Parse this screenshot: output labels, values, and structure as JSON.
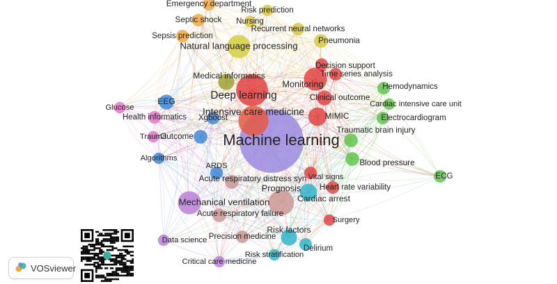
{
  "app": {
    "name": "VOSviewer",
    "brand_icon": "vosviewer-logo-icon",
    "qr_icon": "qr-code-icon"
  },
  "nodes": [
    {
      "label": "Machine learning",
      "color": "#9b89e0",
      "size": 1.0,
      "text_scale": 1.0
    },
    {
      "label": "Deep learning",
      "color": "#e23b3b",
      "size": 0.45,
      "text_scale": 0.55
    },
    {
      "label": "Intensive care medicine",
      "color": "#e6573d",
      "size": 0.42,
      "text_scale": 0.46
    },
    {
      "label": "Natural language processing",
      "color": "#d4cd3a",
      "size": 0.3,
      "text_scale": 0.42
    },
    {
      "label": "Mechanical ventilation",
      "color": "#b87cd6",
      "size": 0.3,
      "text_scale": 0.42
    },
    {
      "label": "Prognosis",
      "color": "#c99590",
      "size": 0.34,
      "text_scale": 0.38
    },
    {
      "label": "Monitoring",
      "color": "#e04040",
      "size": 0.3,
      "text_scale": 0.38
    },
    {
      "label": "Medical informatics",
      "color": "#a0a030",
      "size": 0.18,
      "text_scale": 0.34
    },
    {
      "label": "Cardiac arrest",
      "color": "#2ab3c8",
      "size": 0.2,
      "text_scale": 0.34
    },
    {
      "label": "Risk factors",
      "color": "#2ab3c8",
      "size": 0.18,
      "text_scale": 0.34
    },
    {
      "label": "EEG",
      "color": "#3a86d8",
      "size": 0.16,
      "text_scale": 0.34
    },
    {
      "label": "Emergency department",
      "color": "#f0a640",
      "size": 0.12,
      "text_scale": 0.32
    },
    {
      "label": "Risk prediction",
      "color": "#d8c640",
      "size": 0.1,
      "text_scale": 0.3
    },
    {
      "label": "Septic shock",
      "color": "#f0a640",
      "size": 0.12,
      "text_scale": 0.32
    },
    {
      "label": "Nursing",
      "color": "#d8c640",
      "size": 0.1,
      "text_scale": 0.3
    },
    {
      "label": "Recurrent neural networks",
      "color": "#d8c640",
      "size": 0.12,
      "text_scale": 0.3
    },
    {
      "label": "Sepsis prediction",
      "color": "#f0a640",
      "size": 0.12,
      "text_scale": 0.3
    },
    {
      "label": "Pneumonia",
      "color": "#d8c640",
      "size": 0.14,
      "text_scale": 0.32
    },
    {
      "label": "Decision support",
      "color": "#e04040",
      "size": 0.12,
      "text_scale": 0.3
    },
    {
      "label": "Time series analysis",
      "color": "#e04040",
      "size": 0.12,
      "text_scale": 0.3
    },
    {
      "label": "Hemodynamics",
      "color": "#5cc445",
      "size": 0.12,
      "text_scale": 0.3
    },
    {
      "label": "Clinical outcome",
      "color": "#e04040",
      "size": 0.16,
      "text_scale": 0.32
    },
    {
      "label": "Cardiac intensive care unit",
      "color": "#5cc445",
      "size": 0.1,
      "text_scale": 0.28
    },
    {
      "label": "Glucose",
      "color": "#e070c8",
      "size": 0.1,
      "text_scale": 0.28
    },
    {
      "label": "Health informatics",
      "color": "#e070c8",
      "size": 0.12,
      "text_scale": 0.3
    },
    {
      "label": "Xgboost",
      "color": "#3a86d8",
      "size": 0.12,
      "text_scale": 0.3
    },
    {
      "label": "MIMIC",
      "color": "#e04040",
      "size": 0.22,
      "text_scale": 0.32
    },
    {
      "label": "Electrocardiogram",
      "color": "#5cc445",
      "size": 0.12,
      "text_scale": 0.3
    },
    {
      "label": "Trauma",
      "color": "#e070c8",
      "size": 0.1,
      "text_scale": 0.28
    },
    {
      "label": "Outcome",
      "color": "#3a86d8",
      "size": 0.14,
      "text_scale": 0.32
    },
    {
      "label": "Traumatic brain injury",
      "color": "#5cc445",
      "size": 0.14,
      "text_scale": 0.32
    },
    {
      "label": "Algorithms",
      "color": "#3a86d8",
      "size": 0.1,
      "text_scale": 0.28
    },
    {
      "label": "Blood pressure",
      "color": "#5cc445",
      "size": 0.14,
      "text_scale": 0.32
    },
    {
      "label": "ARDS",
      "color": "#3a86d8",
      "size": 0.12,
      "text_scale": 0.28
    },
    {
      "label": "ECG",
      "color": "#5cc445",
      "size": 0.12,
      "text_scale": 0.3
    },
    {
      "label": "Acute respiratory distress syn",
      "color": "#c99590",
      "size": 0.14,
      "text_scale": 0.32
    },
    {
      "label": "Vital signs",
      "color": "#e04040",
      "size": 0.12,
      "text_scale": 0.28
    },
    {
      "label": "Heart rate variability",
      "color": "#e04040",
      "size": 0.12,
      "text_scale": 0.3
    },
    {
      "label": "Acute respiratory failure",
      "color": "#c99590",
      "size": 0.14,
      "text_scale": 0.32
    },
    {
      "label": "Surgery",
      "color": "#e04040",
      "size": 0.1,
      "text_scale": 0.28
    },
    {
      "label": "Data science",
      "color": "#b87cd6",
      "size": 0.1,
      "text_scale": 0.28
    },
    {
      "label": "Precision medicine",
      "color": "#c99590",
      "size": 0.12,
      "text_scale": 0.3
    },
    {
      "label": "Delirium",
      "color": "#2ab3c8",
      "size": 0.12,
      "text_scale": 0.3
    },
    {
      "label": "Risk stratification",
      "color": "#2ab3c8",
      "size": 0.1,
      "text_scale": 0.28
    },
    {
      "label": "Critical care medicine",
      "color": "#b87cd6",
      "size": 0.1,
      "text_scale": 0.28
    }
  ]
}
